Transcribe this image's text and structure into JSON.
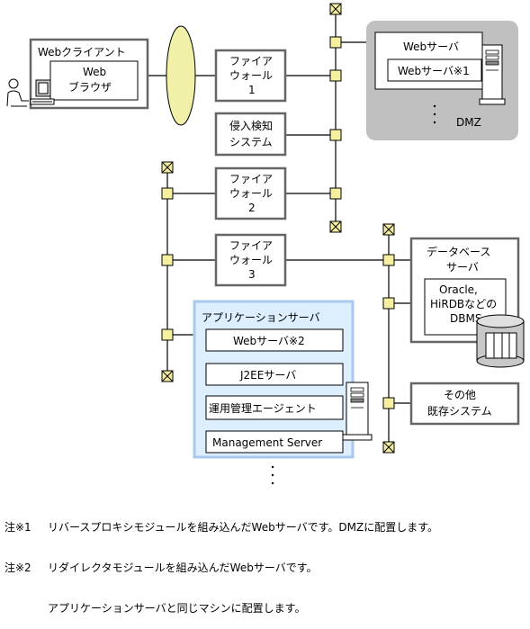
{
  "web_client": {
    "title": "Webクライアント",
    "browser_line1": "Web",
    "browser_line2": "ブラウザ"
  },
  "firewall1": {
    "line1": "ファイア",
    "line2": "ウォール",
    "line3": "1"
  },
  "ids": {
    "line1": "侵入検知",
    "line2": "システム"
  },
  "firewall2": {
    "line1": "ファイア",
    "line2": "ウォール",
    "line3": "2"
  },
  "firewall3": {
    "line1": "ファイア",
    "line2": "ウォール",
    "line3": "3"
  },
  "dmz": {
    "web_server_title": "Webサーバ",
    "web_server_inner": "Webサーバ※1",
    "label": "DMZ"
  },
  "database_server": {
    "line1": "データベース",
    "line2": "サーバ",
    "dbms_line1": "Oracle,",
    "dbms_line2": "HiRDBなどの",
    "dbms_line3": "DBMS"
  },
  "app_server": {
    "title": "アプリケーションサーバ",
    "items": [
      "Webサーバ※2",
      "J2EEサーバ",
      "運用管理エージェント",
      "Management Server"
    ]
  },
  "other_systems": {
    "line1": "その他",
    "line2": "既存システム"
  },
  "notes": [
    {
      "label": "注※1",
      "text": "リバースプロキシモジュールを組み込んだWebサーバです。DMZに配置します。"
    },
    {
      "label": "注※2",
      "text": "リダイレクタモジュールを組み込んだWebサーバです。"
    },
    {
      "label": "",
      "text": "アプリケーションサーバと同じマシンに配置します。"
    }
  ],
  "colors": {
    "dmz_bg": "#c0c0c0",
    "app_border": "#a8c8ee",
    "app_bg": "#ddeeff",
    "node_fill": "#f5f0a0",
    "ellipse_fill": "#f0f0a8"
  }
}
